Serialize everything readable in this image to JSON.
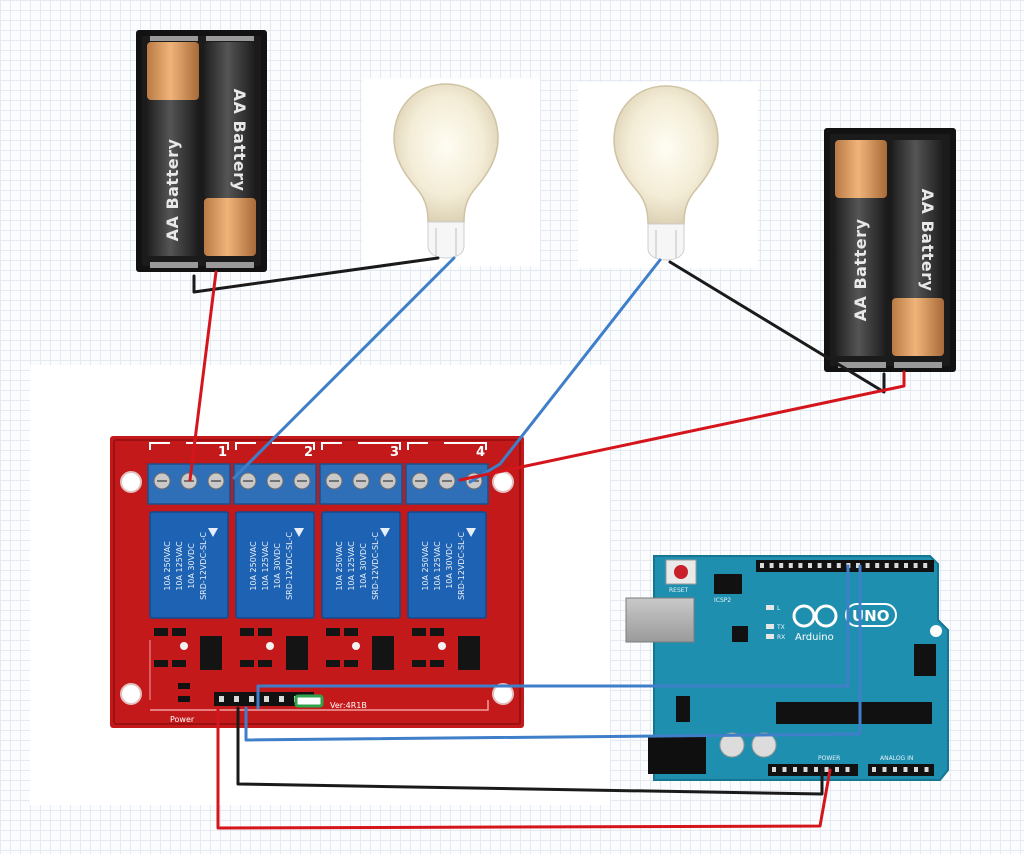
{
  "batteries": {
    "left": {
      "cells": [
        "AA Battery",
        "AA Battery"
      ]
    },
    "right": {
      "cells": [
        "AA Battery",
        "AA Battery"
      ]
    }
  },
  "relay_module": {
    "channels": [
      "1",
      "2",
      "3",
      "4"
    ],
    "relays": [
      {
        "lines": [
          "10A 250VAC",
          "10A 125VAC",
          "10A 30VDC",
          "SRD-12VDC-SL-C"
        ]
      },
      {
        "lines": [
          "10A 250VAC",
          "10A 125VAC",
          "10A 30VDC",
          "SRD-12VDC-SL-C"
        ]
      },
      {
        "lines": [
          "10A 250VAC",
          "10A 125VAC",
          "10A 30VDC",
          "SRD-12VDC-SL-C"
        ]
      },
      {
        "lines": [
          "10A 250VAC",
          "10A 125VAC",
          "10A 30VDC",
          "SRD-12VDC-SL-C"
        ]
      }
    ],
    "power_label": "Power",
    "version_label": "Ver:4R1B"
  },
  "arduino": {
    "brand": "Arduino",
    "model": "UNO",
    "reset_label": "RESET",
    "icsp_label": "ICSP2",
    "led_labels": [
      "L",
      "TX",
      "RX"
    ],
    "power_header_label": "POWER",
    "analog_header_label": "ANALOG IN"
  },
  "colors": {
    "relay_board": "#c4191b",
    "terminal_block": "#2f6fb8",
    "relay_body": "#1e63b3",
    "arduino_board": "#1f8fb0",
    "wire_red": "#d4151b",
    "wire_blue": "#3f7fc9",
    "wire_black": "#1a1a1a"
  }
}
